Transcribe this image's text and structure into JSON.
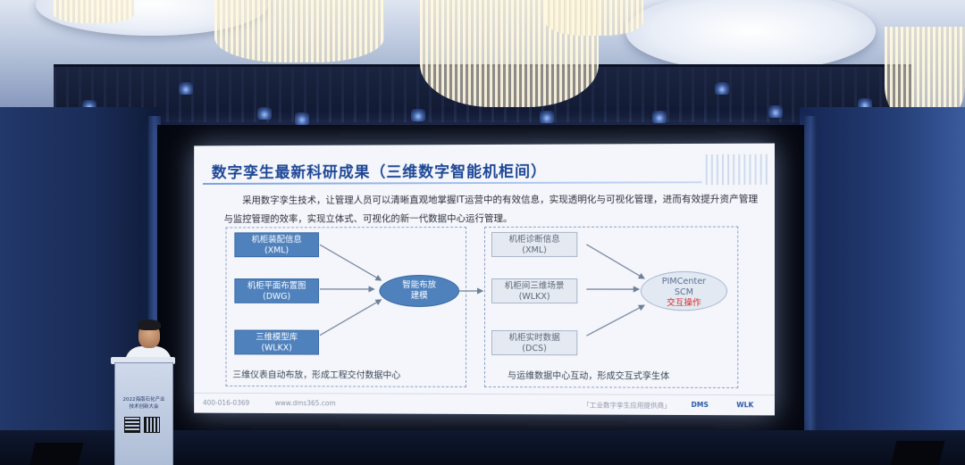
{
  "scene": {
    "description_colors": {
      "slide_title": "#1e4796",
      "node_blue": "#4f81bd",
      "accent_red": "#d62828"
    }
  },
  "slide": {
    "title": "数字孪生最新科研成果（三维数字智能机柜间）",
    "intro": "采用数字孪生技术，让管理人员可以清晰直观地掌握IT运营中的有效信息，实现透明化与可视化管理，进而有效提升资产管理与监控管理的效率，实现立体式、可视化的新一代数据中心运行管理。",
    "left_panel": {
      "nodes": [
        {
          "line1": "机柜装配信息",
          "line2": "(XML)"
        },
        {
          "line1": "机柜平面布置图",
          "line2": "(DWG)"
        },
        {
          "line1": "三维模型库",
          "line2": "(WLKX)"
        }
      ],
      "center": {
        "line1": "智能布放",
        "line2": "建模"
      },
      "caption": "三维仪表自动布放，形成工程交付数据中心"
    },
    "right_panel": {
      "nodes": [
        {
          "line1": "机柜诊断信息",
          "line2": "(XML)"
        },
        {
          "line1": "机柜间三维场景",
          "line2": "(WLKX)"
        },
        {
          "line1": "机柜实时数据",
          "line2": "(DCS)"
        }
      ],
      "center": {
        "line1": "PIMCenter",
        "line2": "SCM",
        "line3": "交互操作"
      },
      "caption": "与运维数据中心互动，形成交互式孪生体"
    },
    "footer": {
      "phone": "400-016-0369",
      "site": "www.dms365.com",
      "slogan": "「工业数字孪生应用提供商」",
      "brand_left": "DMS",
      "brand_right": "WLK"
    }
  },
  "podium": {
    "line1": "2022海南石化产业",
    "line2": "技术创新大会"
  }
}
